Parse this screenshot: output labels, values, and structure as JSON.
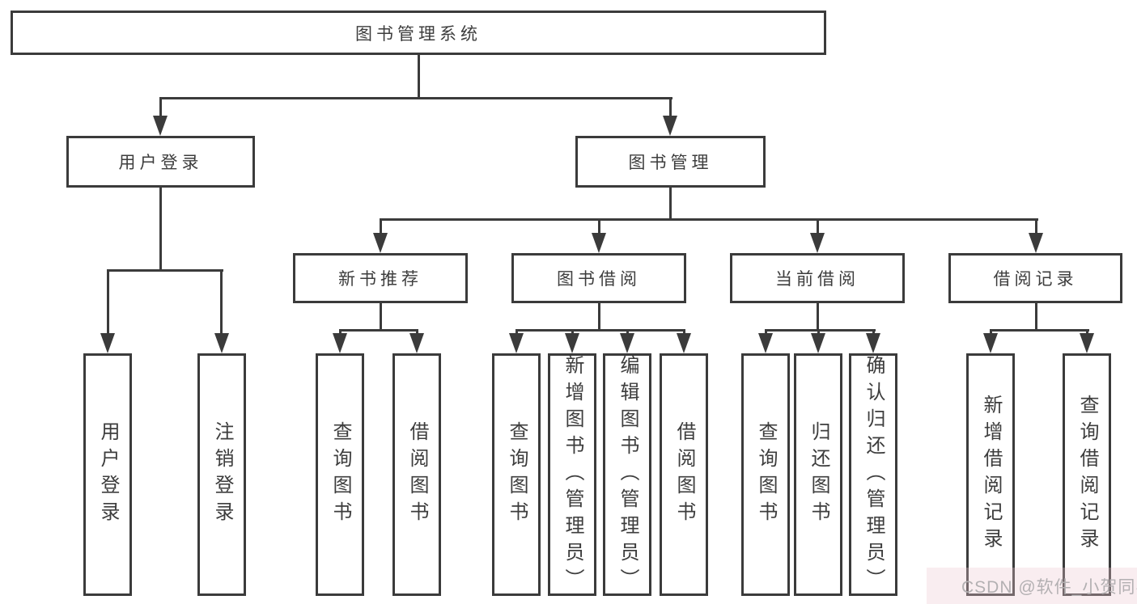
{
  "diagram": {
    "title": "图书管理系统",
    "root": {
      "label": "图书管理系统"
    },
    "level2": [
      {
        "label": "用户登录"
      },
      {
        "label": "图书管理"
      }
    ],
    "level3": [
      {
        "label": "新书推荐"
      },
      {
        "label": "图书借阅"
      },
      {
        "label": "当前借阅"
      },
      {
        "label": "借阅记录"
      }
    ],
    "leaves": {
      "user_login": [
        "用户登录",
        "注销登录"
      ],
      "new_book_recommend": [
        "查询图书",
        "借阅图书"
      ],
      "book_borrow": [
        "查询图书",
        "新增图书（管理员）",
        "编辑图书（管理员）",
        "借阅图书"
      ],
      "current_borrow": [
        "查询图书",
        "归还图书",
        "确认归还（管理员）"
      ],
      "borrow_record": [
        "新增借阅记录",
        "查询借阅记录"
      ]
    }
  },
  "watermark": {
    "text": "CSDN @软件_小贺同学"
  },
  "colors": {
    "line": "#3b3b3b",
    "text": "#3d3d3d",
    "watermark": "#b3b0b2",
    "background": "#ffffff"
  }
}
